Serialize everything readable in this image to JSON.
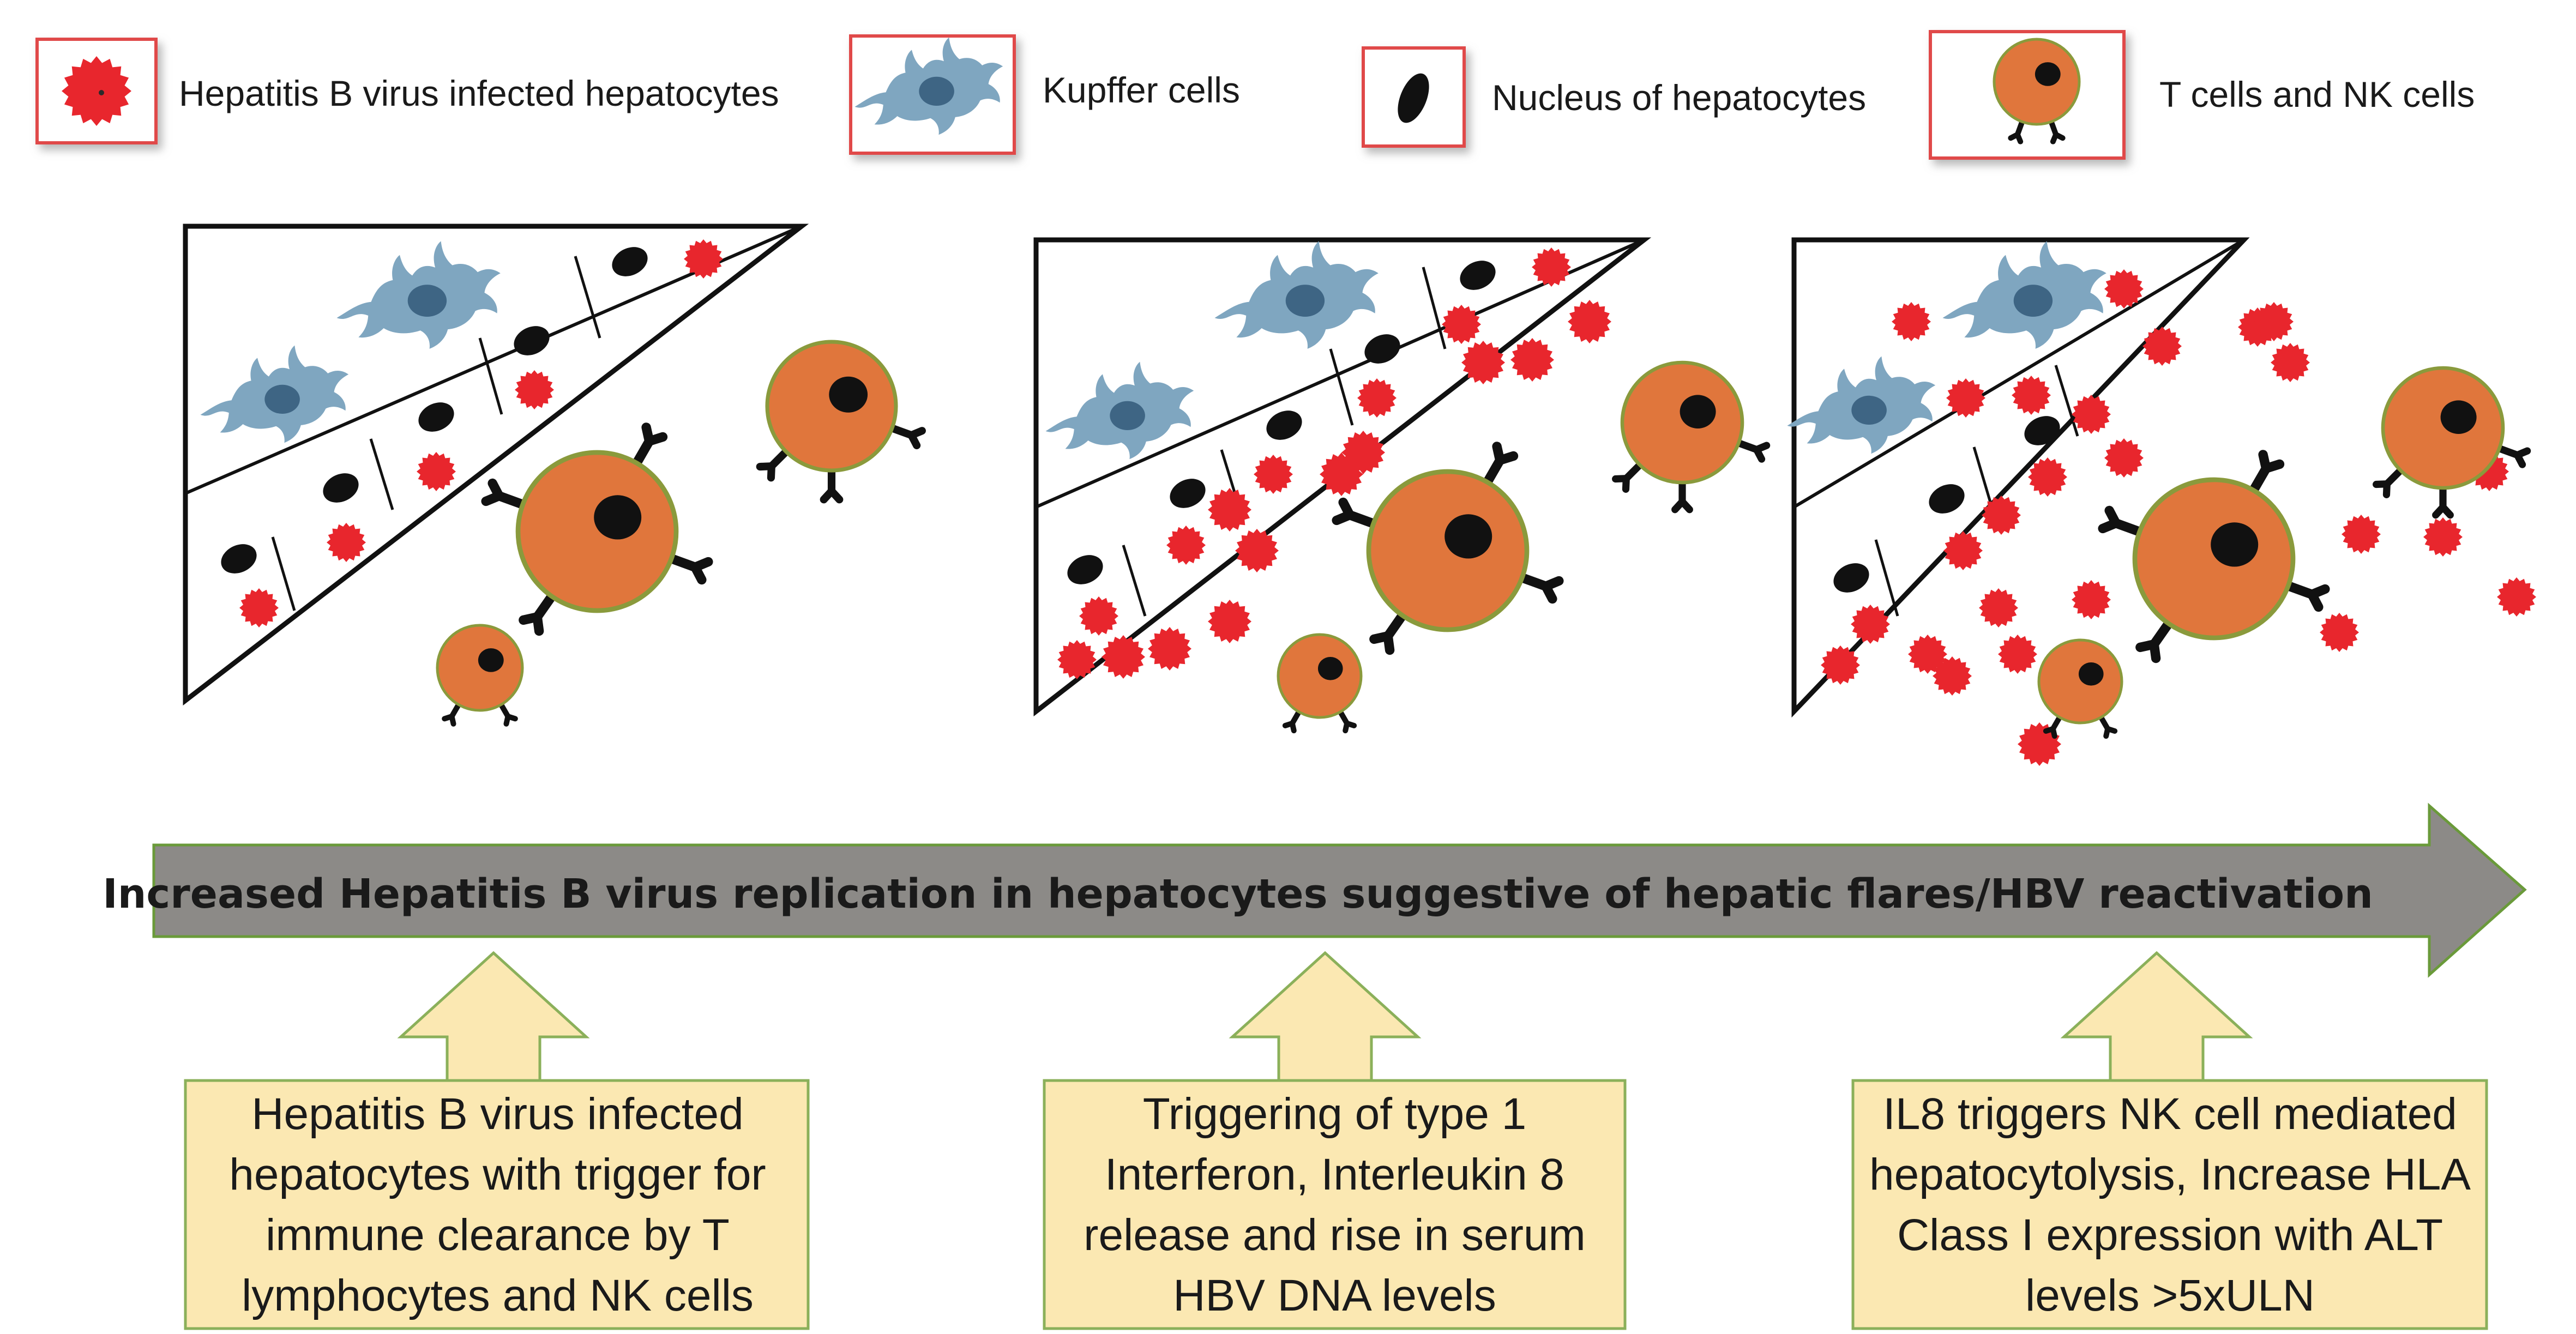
{
  "legend": [
    {
      "icon": "infected-hepatocyte-icon",
      "label": "Hepatitis B virus infected hepatocytes"
    },
    {
      "icon": "kupffer-cell-icon",
      "label": "Kupffer cells"
    },
    {
      "icon": "nucleus-icon",
      "label": "Nucleus of hepatocytes"
    },
    {
      "icon": "t-nk-cell-icon",
      "label": "T cells and NK cells"
    }
  ],
  "banner": "Increased Hepatitis B virus replication in hepatocytes suggestive of hepatic flares/HBV reactivation",
  "callouts": [
    "Hepatitis B virus infected hepatocytes with trigger for immune clearance by T lymphocytes and NK cells",
    "Triggering of type 1 Interferon, Interleukin 8 release  and rise in serum HBV DNA levels",
    "IL8 triggers NK cell mediated hepatocytolysis, Increase HLA Class I expression with ALT levels >5xULN"
  ],
  "colors": {
    "infected": "#e8262d",
    "kupffer": "#7fa6c0",
    "kupffer_nucleus": "#3e6584",
    "t_cell": "#e0763c",
    "t_cell_border": "#8a9a3c",
    "nucleus": "#111111",
    "banner_fill": "#8c8a87",
    "banner_border": "#6a9a3a",
    "callout_fill": "#fbe8b2",
    "callout_border": "#8bb05a"
  }
}
